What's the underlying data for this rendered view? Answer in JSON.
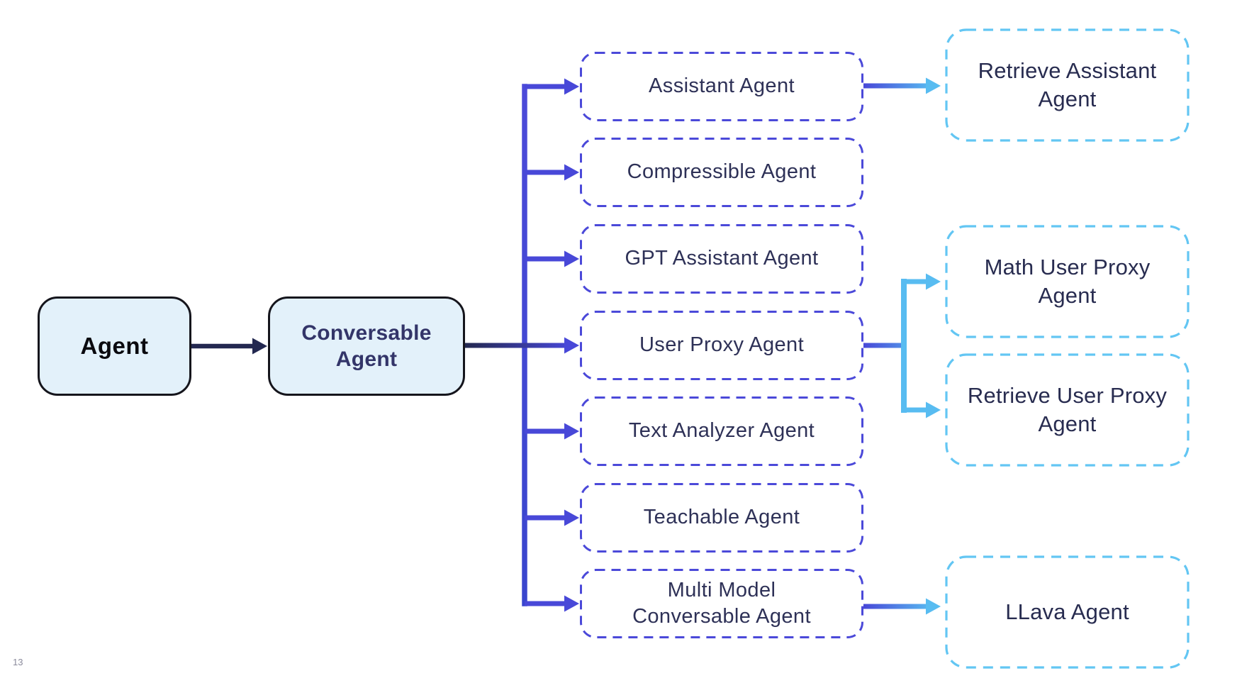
{
  "page": {
    "number": "13"
  },
  "palette": {
    "background": "#FFFFFF",
    "navy_arrow": "#232850",
    "indigo_arrow": "#4848D8",
    "indigo_dash_border": "#4B49D9",
    "light_blue_arrow": "#58BCF1",
    "light_blue_dash_border": "#63C6F3",
    "root_box_fill": "#E3F1FA",
    "root_box_border": "#15151C",
    "mid_text": "#2E3157",
    "right_text": "#282C50",
    "conversable_text": "#333569",
    "agent_text": "#0A0A0F",
    "page_number_color": "#8B8B9C"
  },
  "diagram": {
    "type": "hierarchy-flowchart",
    "root": "Agent",
    "level2": "Conversable Agent",
    "level3": [
      "Assistant Agent",
      "Compressible Agent",
      "GPT Assistant Agent",
      "User Proxy Agent",
      "Text Analyzer Agent",
      "Teachable Agent",
      "Multi Model Conversable Agent"
    ],
    "level4": [
      "Retrieve Assistant Agent",
      "Math User Proxy Agent",
      "Retrieve User Proxy Agent",
      "LLava Agent"
    ],
    "edges": [
      [
        "Agent",
        "Conversable Agent"
      ],
      [
        "Conversable Agent",
        "Assistant Agent"
      ],
      [
        "Conversable Agent",
        "Compressible Agent"
      ],
      [
        "Conversable Agent",
        "GPT Assistant Agent"
      ],
      [
        "Conversable Agent",
        "User Proxy Agent"
      ],
      [
        "Conversable Agent",
        "Text Analyzer Agent"
      ],
      [
        "Conversable Agent",
        "Teachable Agent"
      ],
      [
        "Conversable Agent",
        "Multi Model Conversable Agent"
      ],
      [
        "Assistant Agent",
        "Retrieve Assistant Agent"
      ],
      [
        "User Proxy Agent",
        "Math User Proxy Agent"
      ],
      [
        "User Proxy Agent",
        "Retrieve User Proxy Agent"
      ],
      [
        "Multi Model Conversable Agent",
        "LLava Agent"
      ]
    ]
  }
}
